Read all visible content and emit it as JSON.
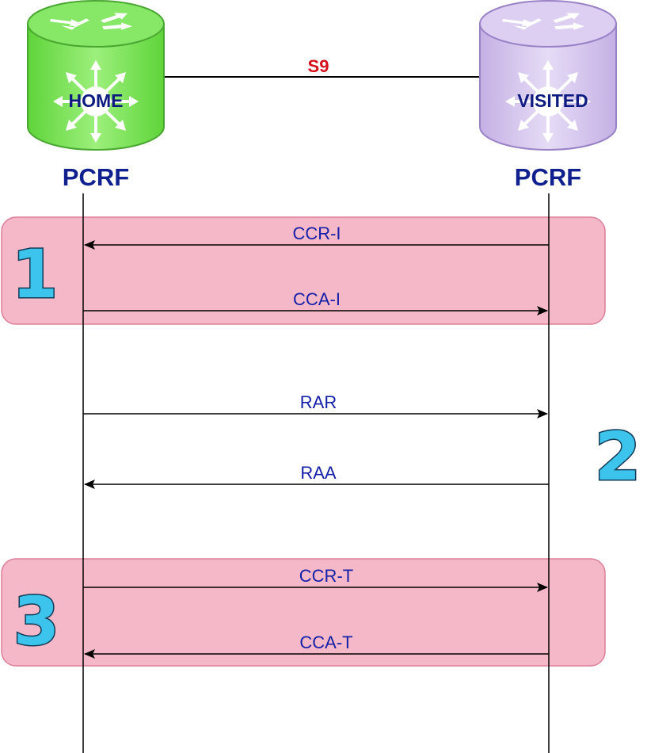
{
  "nodes": {
    "home": {
      "name": "HOME",
      "role": "PCRF",
      "color": "#7ee05d"
    },
    "visited": {
      "name": "VISITED",
      "role": "PCRF",
      "color": "#d7c6ef"
    }
  },
  "interface": {
    "label": "S9",
    "color": "#d6101a"
  },
  "steps": [
    {
      "number": "1",
      "messages": [
        {
          "label": "CCR-I",
          "direction": "visited-to-home"
        },
        {
          "label": "CCA-I",
          "direction": "home-to-visited"
        }
      ],
      "highlighted": true
    },
    {
      "number": "2",
      "messages": [
        {
          "label": "RAR",
          "direction": "home-to-visited"
        },
        {
          "label": "RAA",
          "direction": "visited-to-home"
        }
      ],
      "highlighted": false
    },
    {
      "number": "3",
      "messages": [
        {
          "label": "CCR-T",
          "direction": "home-to-visited"
        },
        {
          "label": "CCA-T",
          "direction": "visited-to-home"
        }
      ],
      "highlighted": true
    }
  ],
  "colors": {
    "step_box": "#f5b8c9",
    "step_box_border": "#dc7f98",
    "message_text": "#1520a8",
    "node_text": "#0d1a80",
    "step_number": "#3cc4ec"
  }
}
